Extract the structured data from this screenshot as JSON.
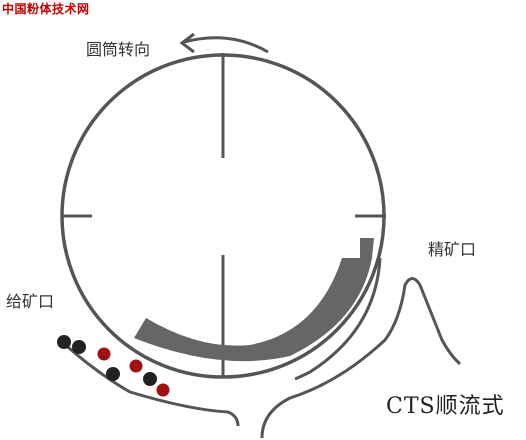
{
  "watermark": "中国粉体技术网",
  "labels": {
    "rotation": "圆筒转向",
    "concentrate_outlet": "精矿口",
    "feed_inlet": "给矿口"
  },
  "title": "CTS顺流式",
  "colors": {
    "line": "#555555",
    "magnet": "#666666",
    "particle_dark": "#222222",
    "particle_red": "#a01010",
    "watermark": "#c00000"
  },
  "icons": [
    "rotation-arrow-icon"
  ]
}
